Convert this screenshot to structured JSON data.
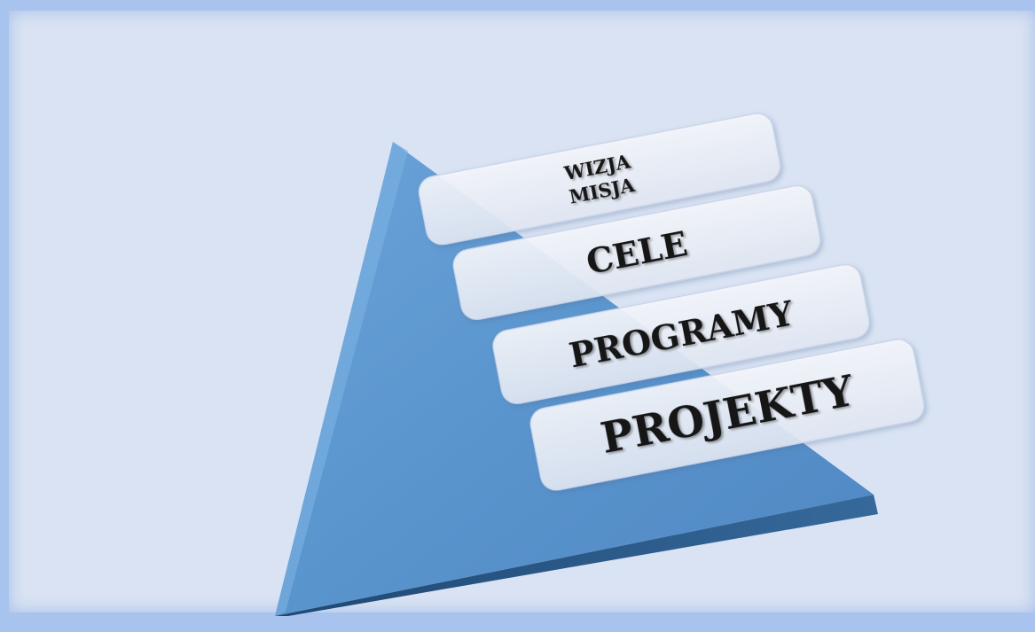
{
  "diagram": {
    "type": "pyramid",
    "levels": [
      {
        "lines": [
          "WIZJA",
          "MISJA"
        ]
      },
      {
        "lines": [
          "CELE"
        ]
      },
      {
        "lines": [
          "PROGRAMY"
        ]
      },
      {
        "lines": [
          "PROJEKTY"
        ]
      }
    ]
  },
  "colors": {
    "background": "#d9e3f3",
    "frame_border": "#a9c3ef",
    "pyramid_face": "#5b96cf",
    "pyramid_side": "#2e5a88",
    "bar_fill": "#e9edf6",
    "text": "#141414"
  }
}
